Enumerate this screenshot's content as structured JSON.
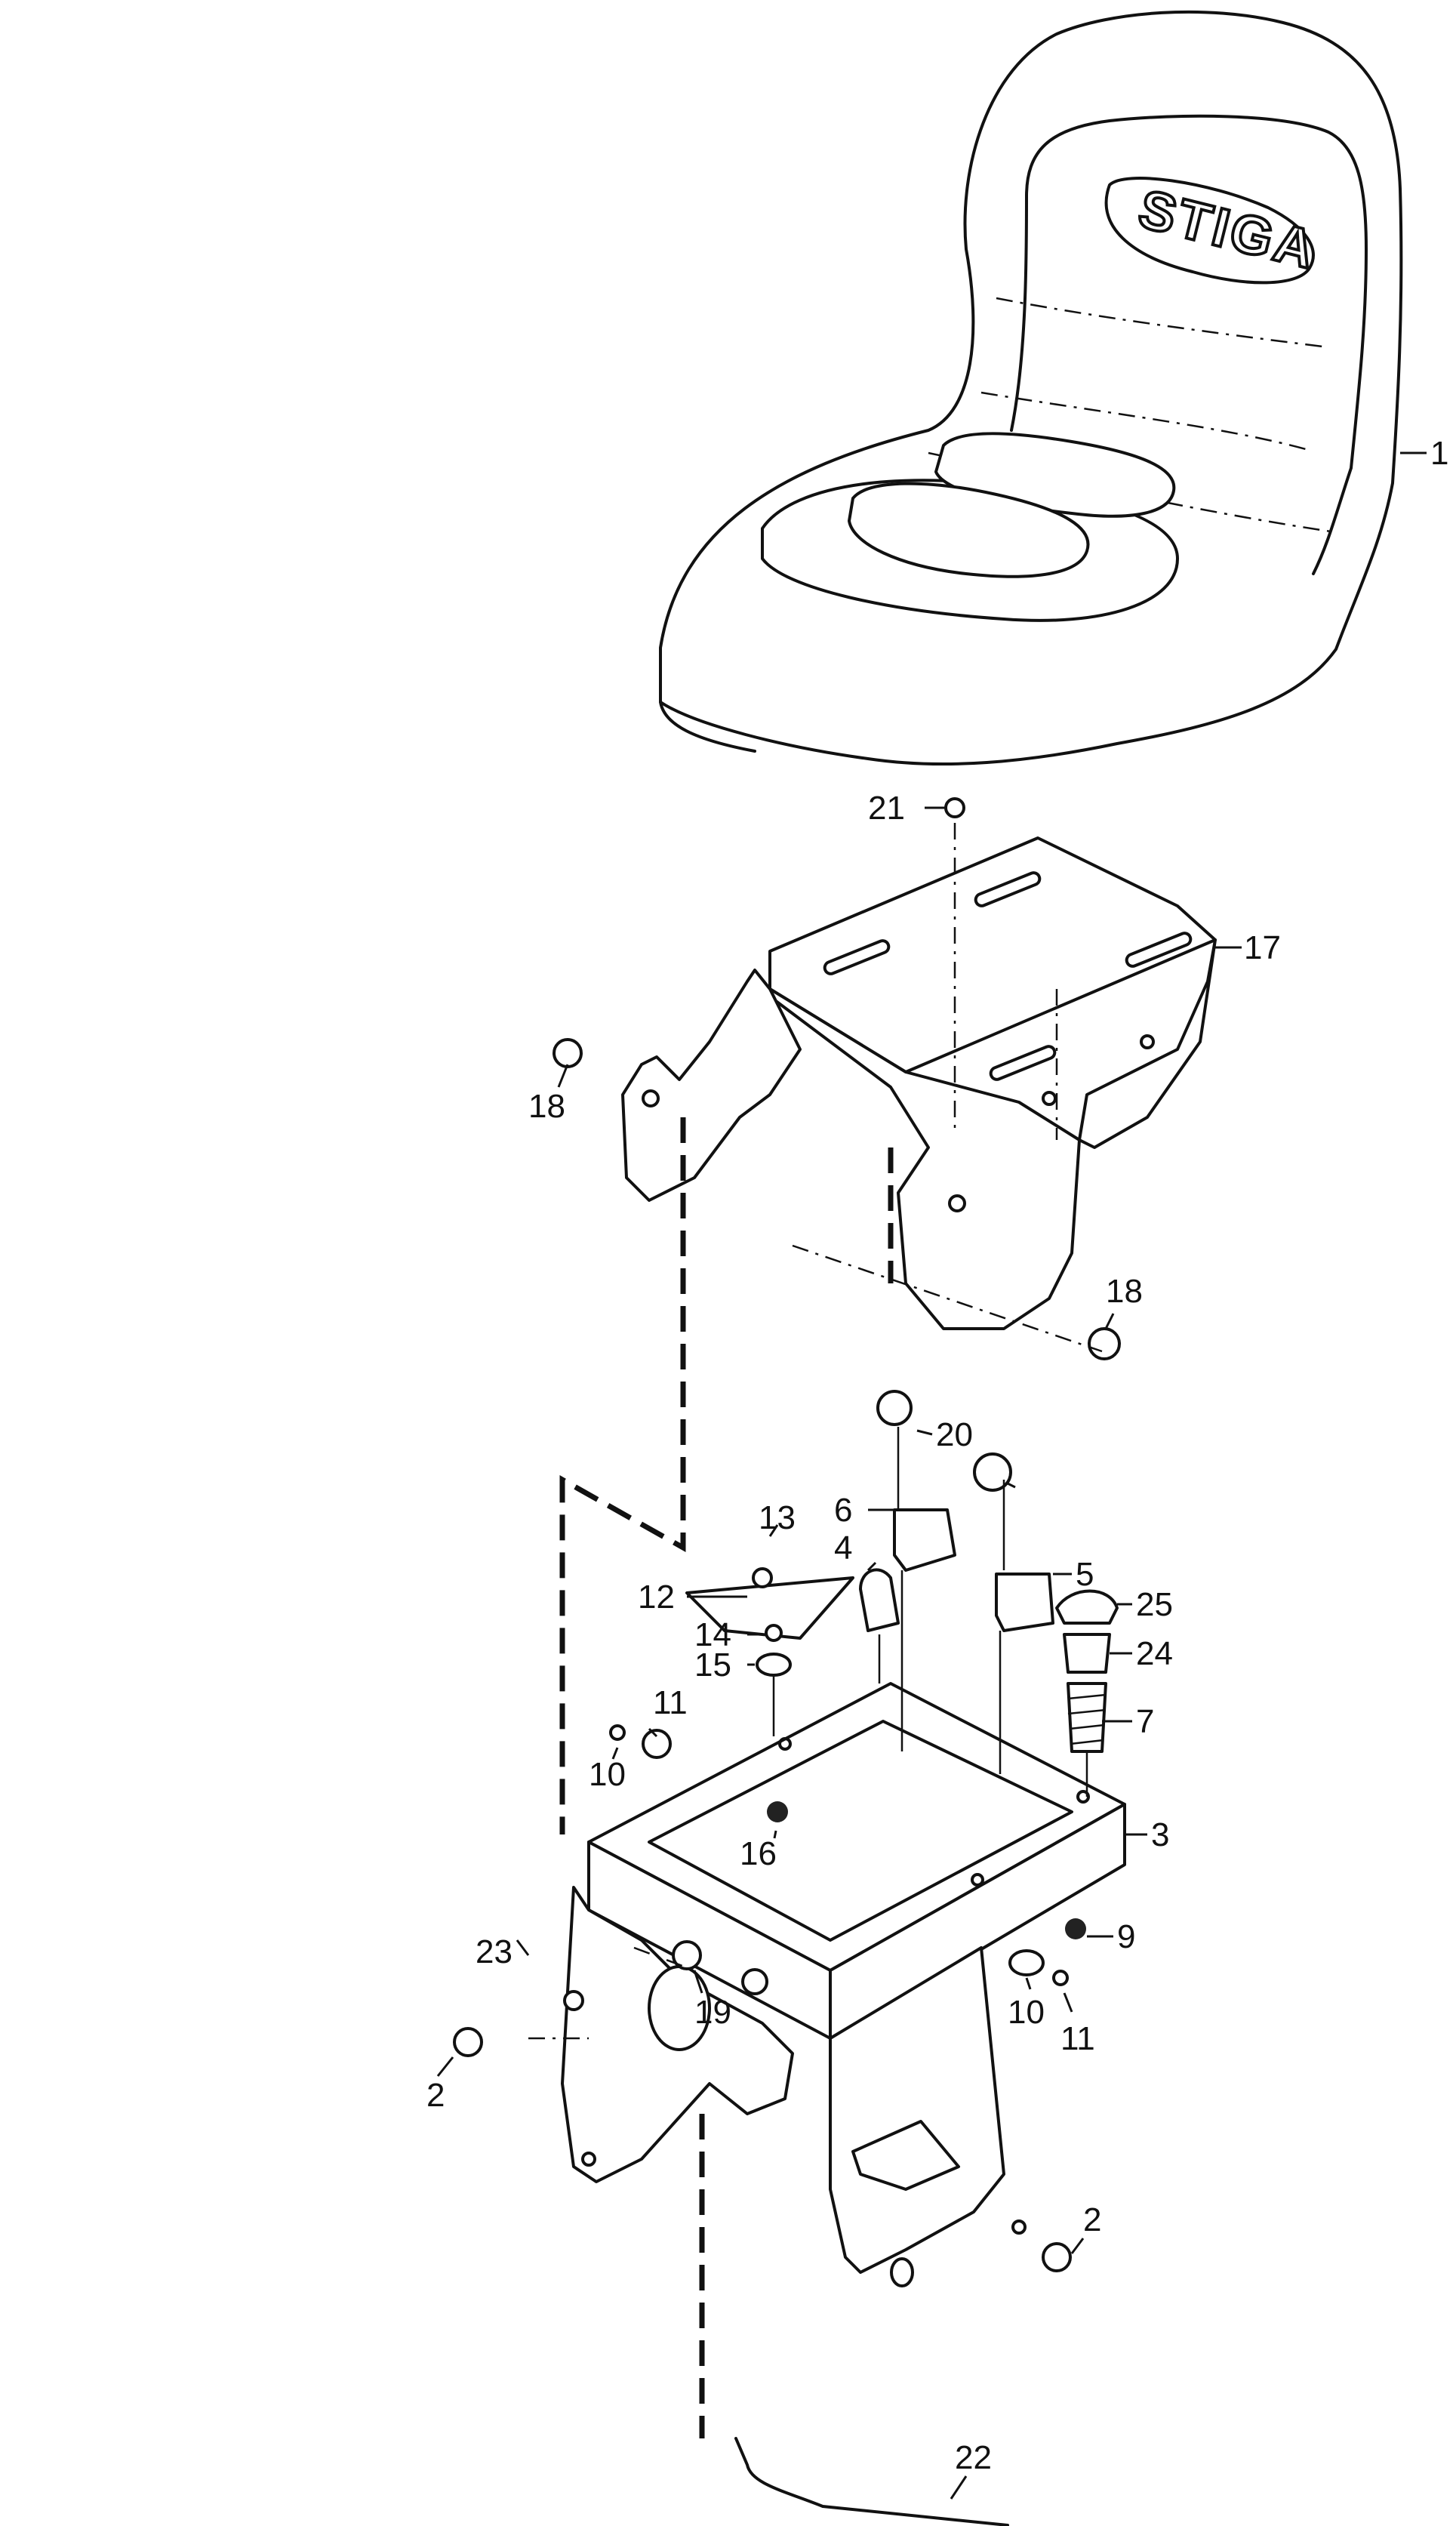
{
  "seat": {
    "brand_logo": "STIGA"
  },
  "callouts": {
    "c1": "1",
    "c2a": "2",
    "c2b": "2",
    "c3": "3",
    "c4": "4",
    "c5": "5",
    "c6": "6",
    "c7": "7",
    "c9": "9",
    "c10a": "10",
    "c10b": "10",
    "c11a": "11",
    "c11b": "11",
    "c12": "12",
    "c13": "13",
    "c14": "14",
    "c15": "15",
    "c16": "16",
    "c17": "17",
    "c18a": "18",
    "c18b": "18",
    "c19": "19",
    "c20": "20",
    "c21": "21",
    "c22": "22",
    "c23": "23",
    "c24": "24",
    "c25": "25"
  },
  "colors": {
    "ink": "#111111",
    "paper": "#ffffff"
  }
}
